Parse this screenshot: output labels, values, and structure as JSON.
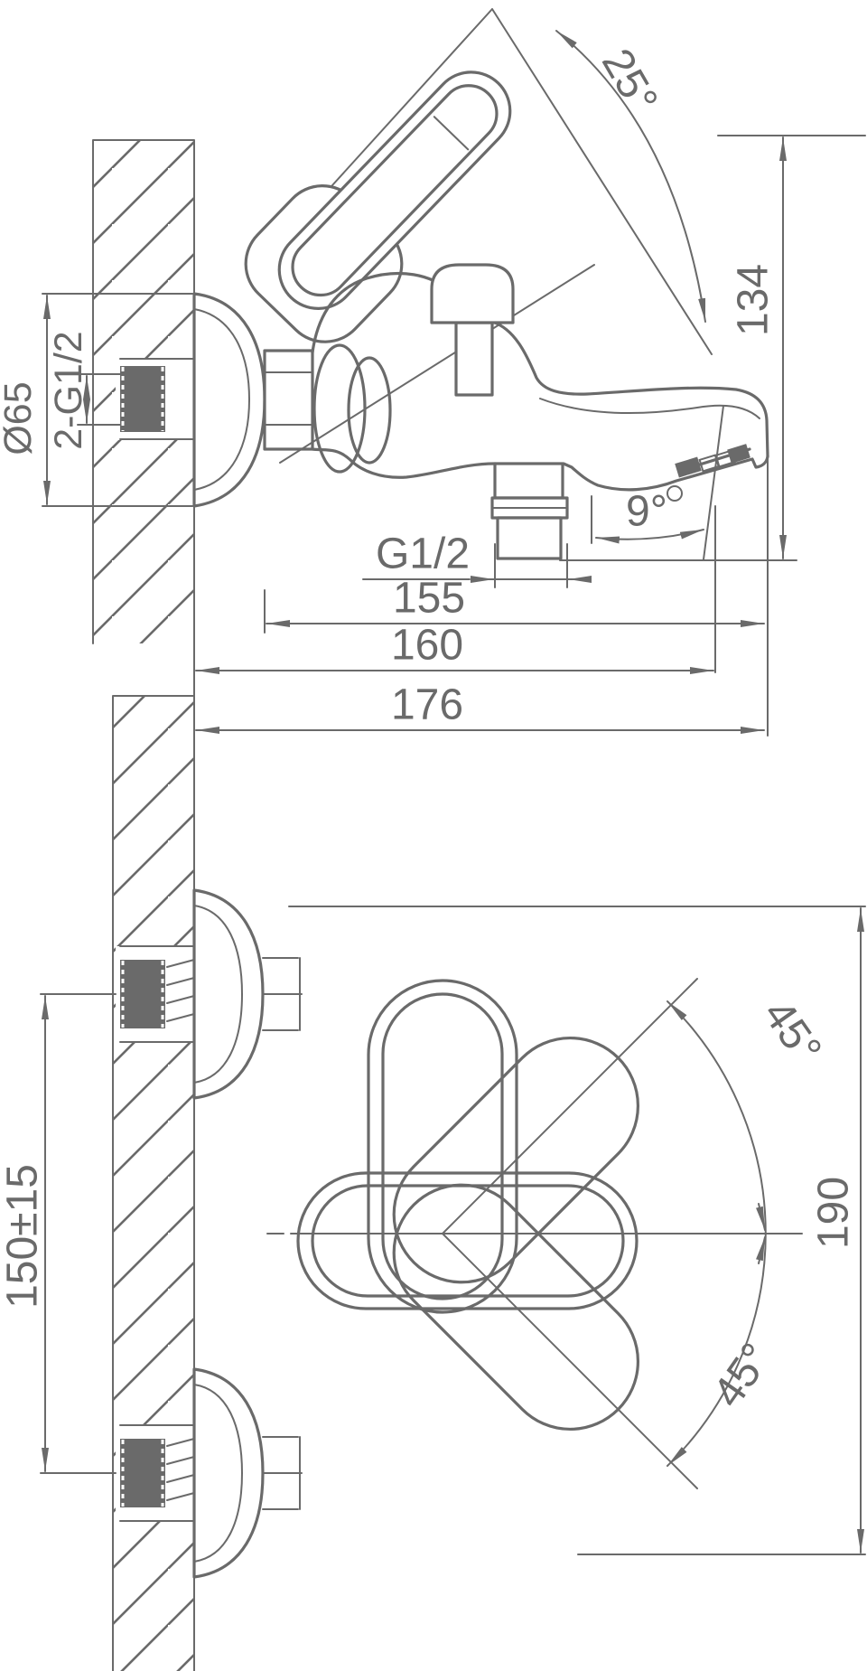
{
  "drawing": {
    "type": "technical-dimension-drawing",
    "subject": "wall-mounted single-lever bath mixer faucet, two orthographic views (side section and front section)",
    "line_color": "#6a6a6a",
    "background_color": "#ffffff"
  },
  "side_view": {
    "handle_angle_label": "25°",
    "height_label": "134",
    "escutcheon_diameter_label": "Ø65",
    "inlet_thread_label": "2-G1/2",
    "outlet_thread_label": "G1/2",
    "spout_tilt_label": "9°",
    "length_to_aerator_label": "155",
    "length_to_spout_label": "160",
    "overall_depth_label": "176"
  },
  "front_view": {
    "inlet_spacing_label": "150±15",
    "handle_swing_upper_label": "45°",
    "handle_swing_lower_label": "45°",
    "overall_height_label": "190"
  }
}
